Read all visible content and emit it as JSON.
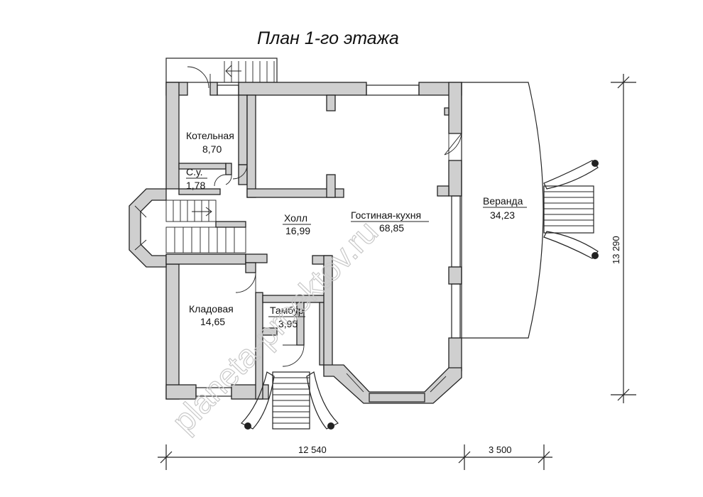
{
  "title": "План 1-го этажа",
  "rooms": [
    {
      "id": "boiler",
      "name": "Котельная",
      "area": "8,70"
    },
    {
      "id": "wc",
      "name": "С.у.",
      "area": "1,78"
    },
    {
      "id": "hall",
      "name": "Холл",
      "area": "16,99"
    },
    {
      "id": "living",
      "name": "Гостиная-кухня",
      "area": "68,85"
    },
    {
      "id": "veranda",
      "name": "Веранда",
      "area": "34,23"
    },
    {
      "id": "pantry",
      "name": "Кладовая",
      "area": "14,65"
    },
    {
      "id": "vestibule",
      "name": "Тамбур",
      "area": "3,95"
    }
  ],
  "dimensions": {
    "bottom_main": "12 540",
    "bottom_veranda": "3 500",
    "right_height": "13 290"
  },
  "watermark": "planeta-proektov.ru",
  "colors": {
    "wall_fill": "#cfcfcf",
    "line": "#222222",
    "watermark": "#c8c8c8"
  }
}
